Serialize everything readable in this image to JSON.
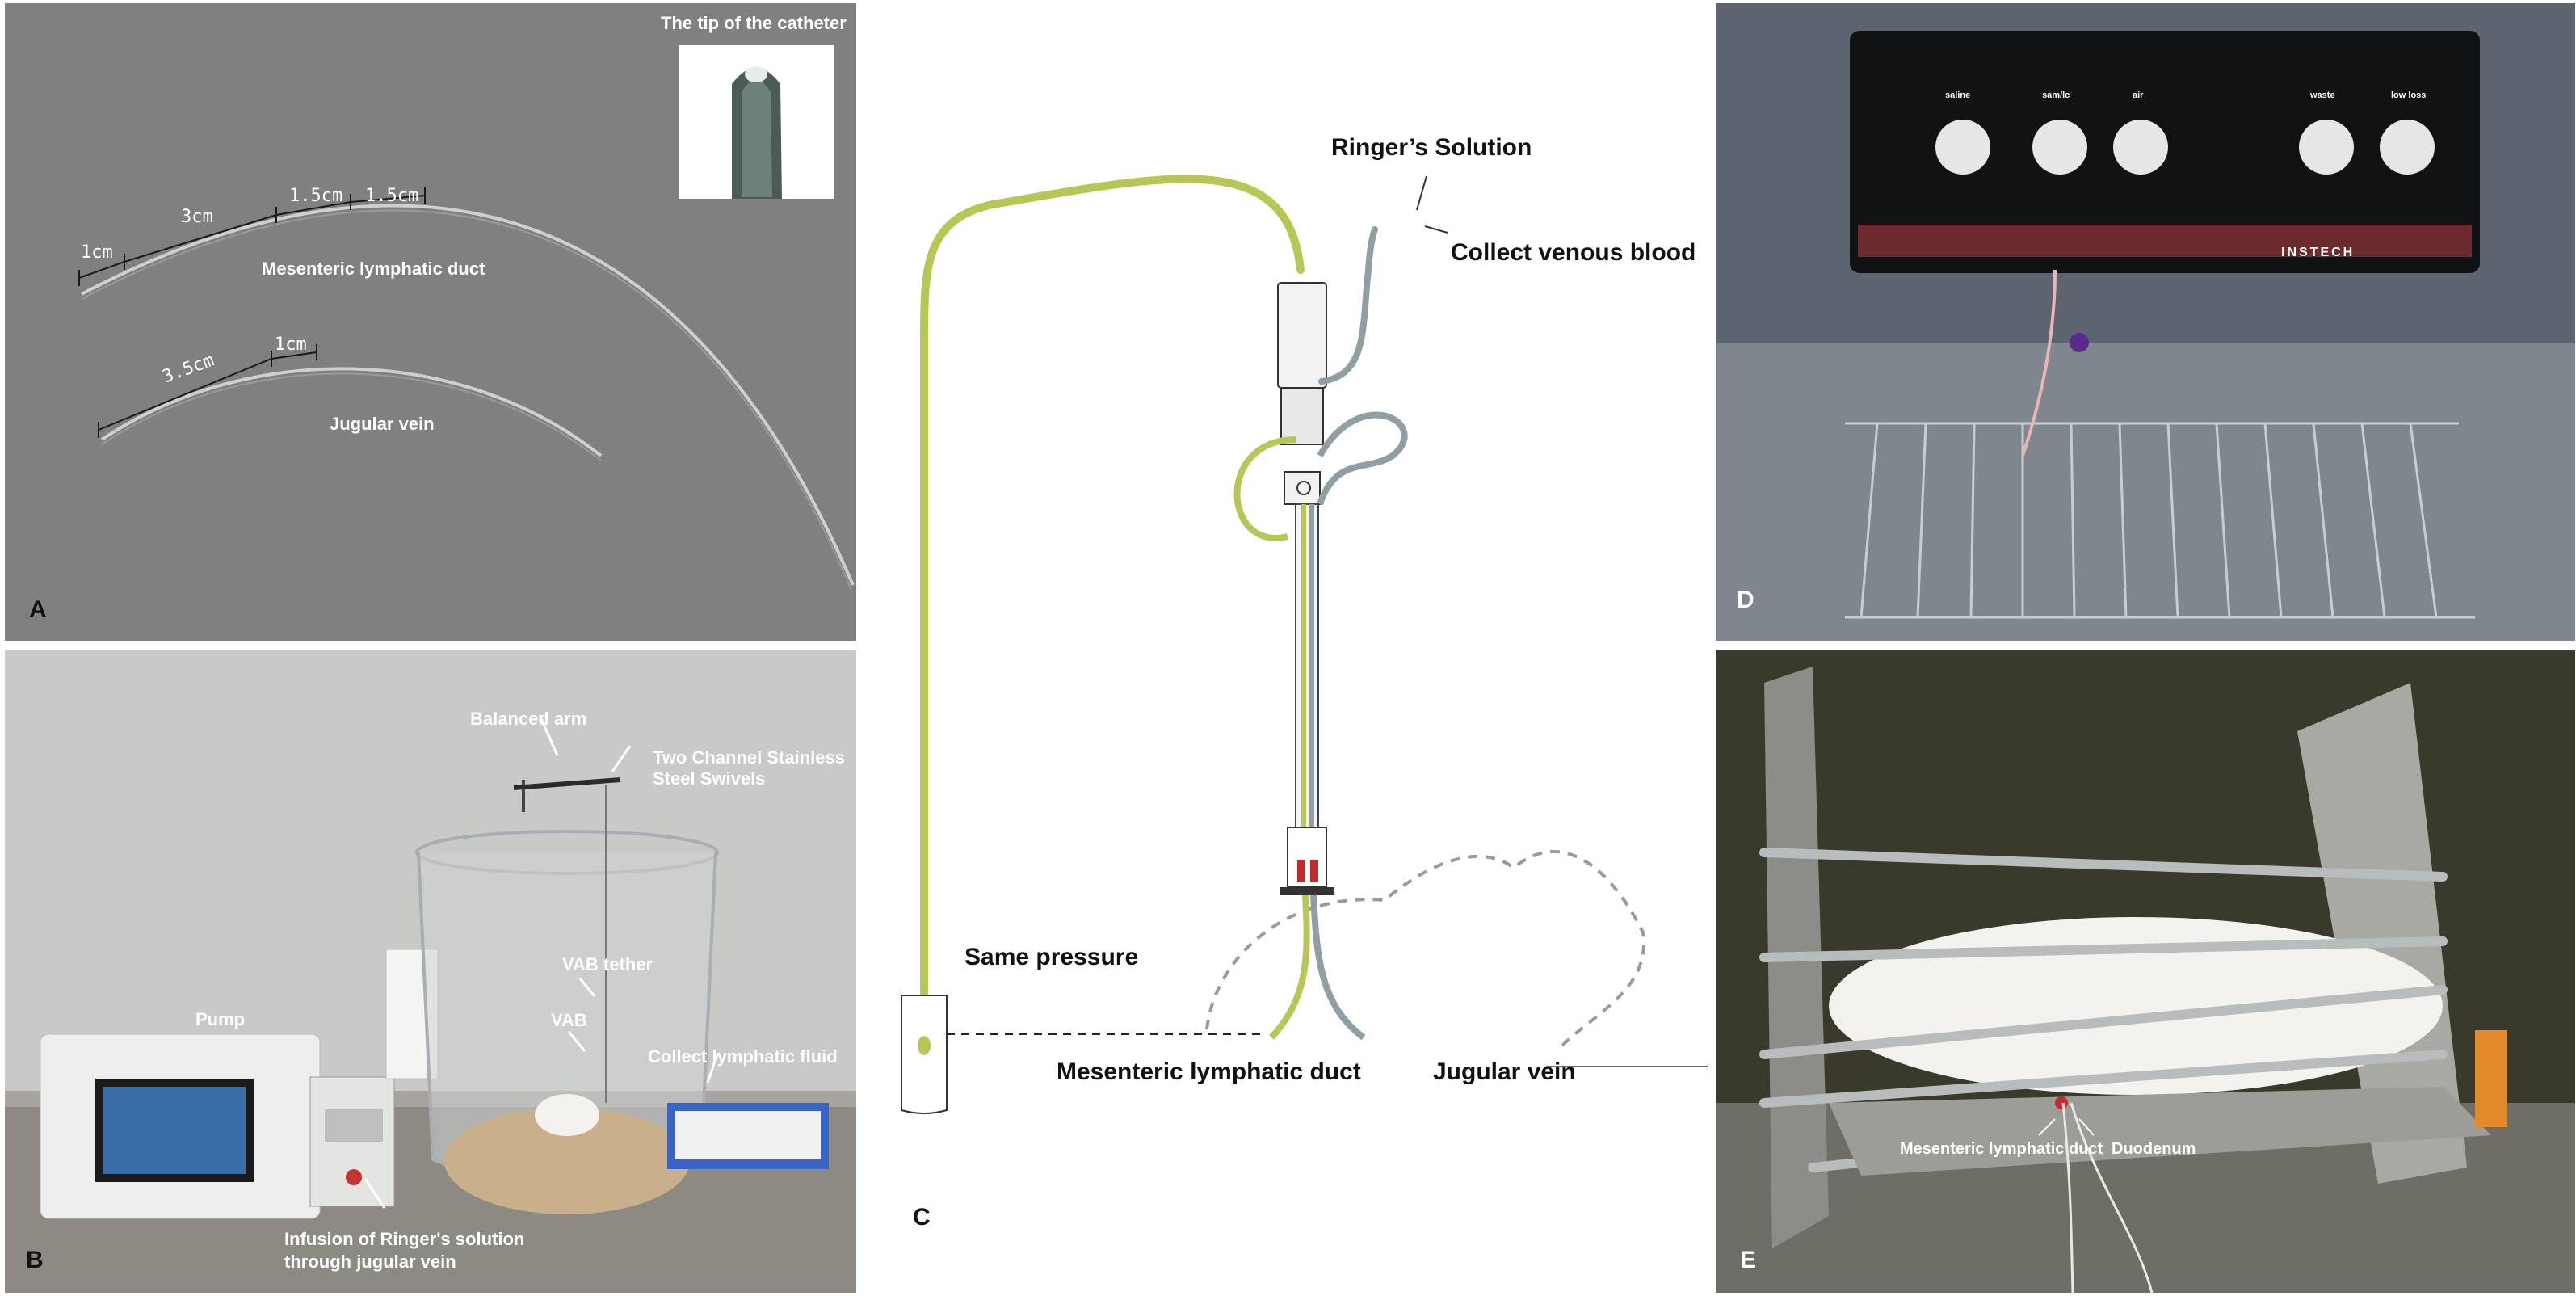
{
  "panel_a": {
    "letter": "A",
    "inset_title": "The tip of the catheter",
    "seg_1cm": "1cm",
    "seg_3cm": "3cm",
    "seg_1_5cm_a": "1.5cm",
    "seg_1_5cm_b": "1.5cm",
    "lymph_label": "Mesenteric lymphatic duct",
    "seg_3_5cm": "3.5cm",
    "seg_1cm_b": "1cm",
    "vein_label": "Jugular vein"
  },
  "panel_b": {
    "letter": "B",
    "balanced_arm": "Balanced arm",
    "swivels_line1": "Two Channel Stainless",
    "swivels_line2": "Steel Swivels",
    "vab_tether": "VAB tether",
    "vab": "VAB",
    "pump": "Pump",
    "collect_lymph": "Collect lymphatic fluid",
    "infusion_line1": "Infusion of Ringer's solution",
    "infusion_line2": "through jugular vein"
  },
  "panel_c": {
    "letter": "C",
    "ringers": "Ringer’s Solution",
    "collect_blood": "Collect venous blood",
    "same_pressure": "Same pressure",
    "lymph_duct": "Mesenteric lymphatic duct",
    "jugular": "Jugular vein"
  },
  "panel_d": {
    "letter": "D",
    "brand": "INSTECH",
    "port_labels": [
      "saline",
      "sam/lc",
      "air",
      "waste",
      "low loss"
    ]
  },
  "panel_e": {
    "letter": "E",
    "lymph_duct": "Mesenteric lymphatic duct",
    "duodenum": "Duodenum"
  },
  "colors": {
    "panel_a_bg": "#808080",
    "tube_green": "#b7c655",
    "tube_grey": "#8f9fa3"
  }
}
